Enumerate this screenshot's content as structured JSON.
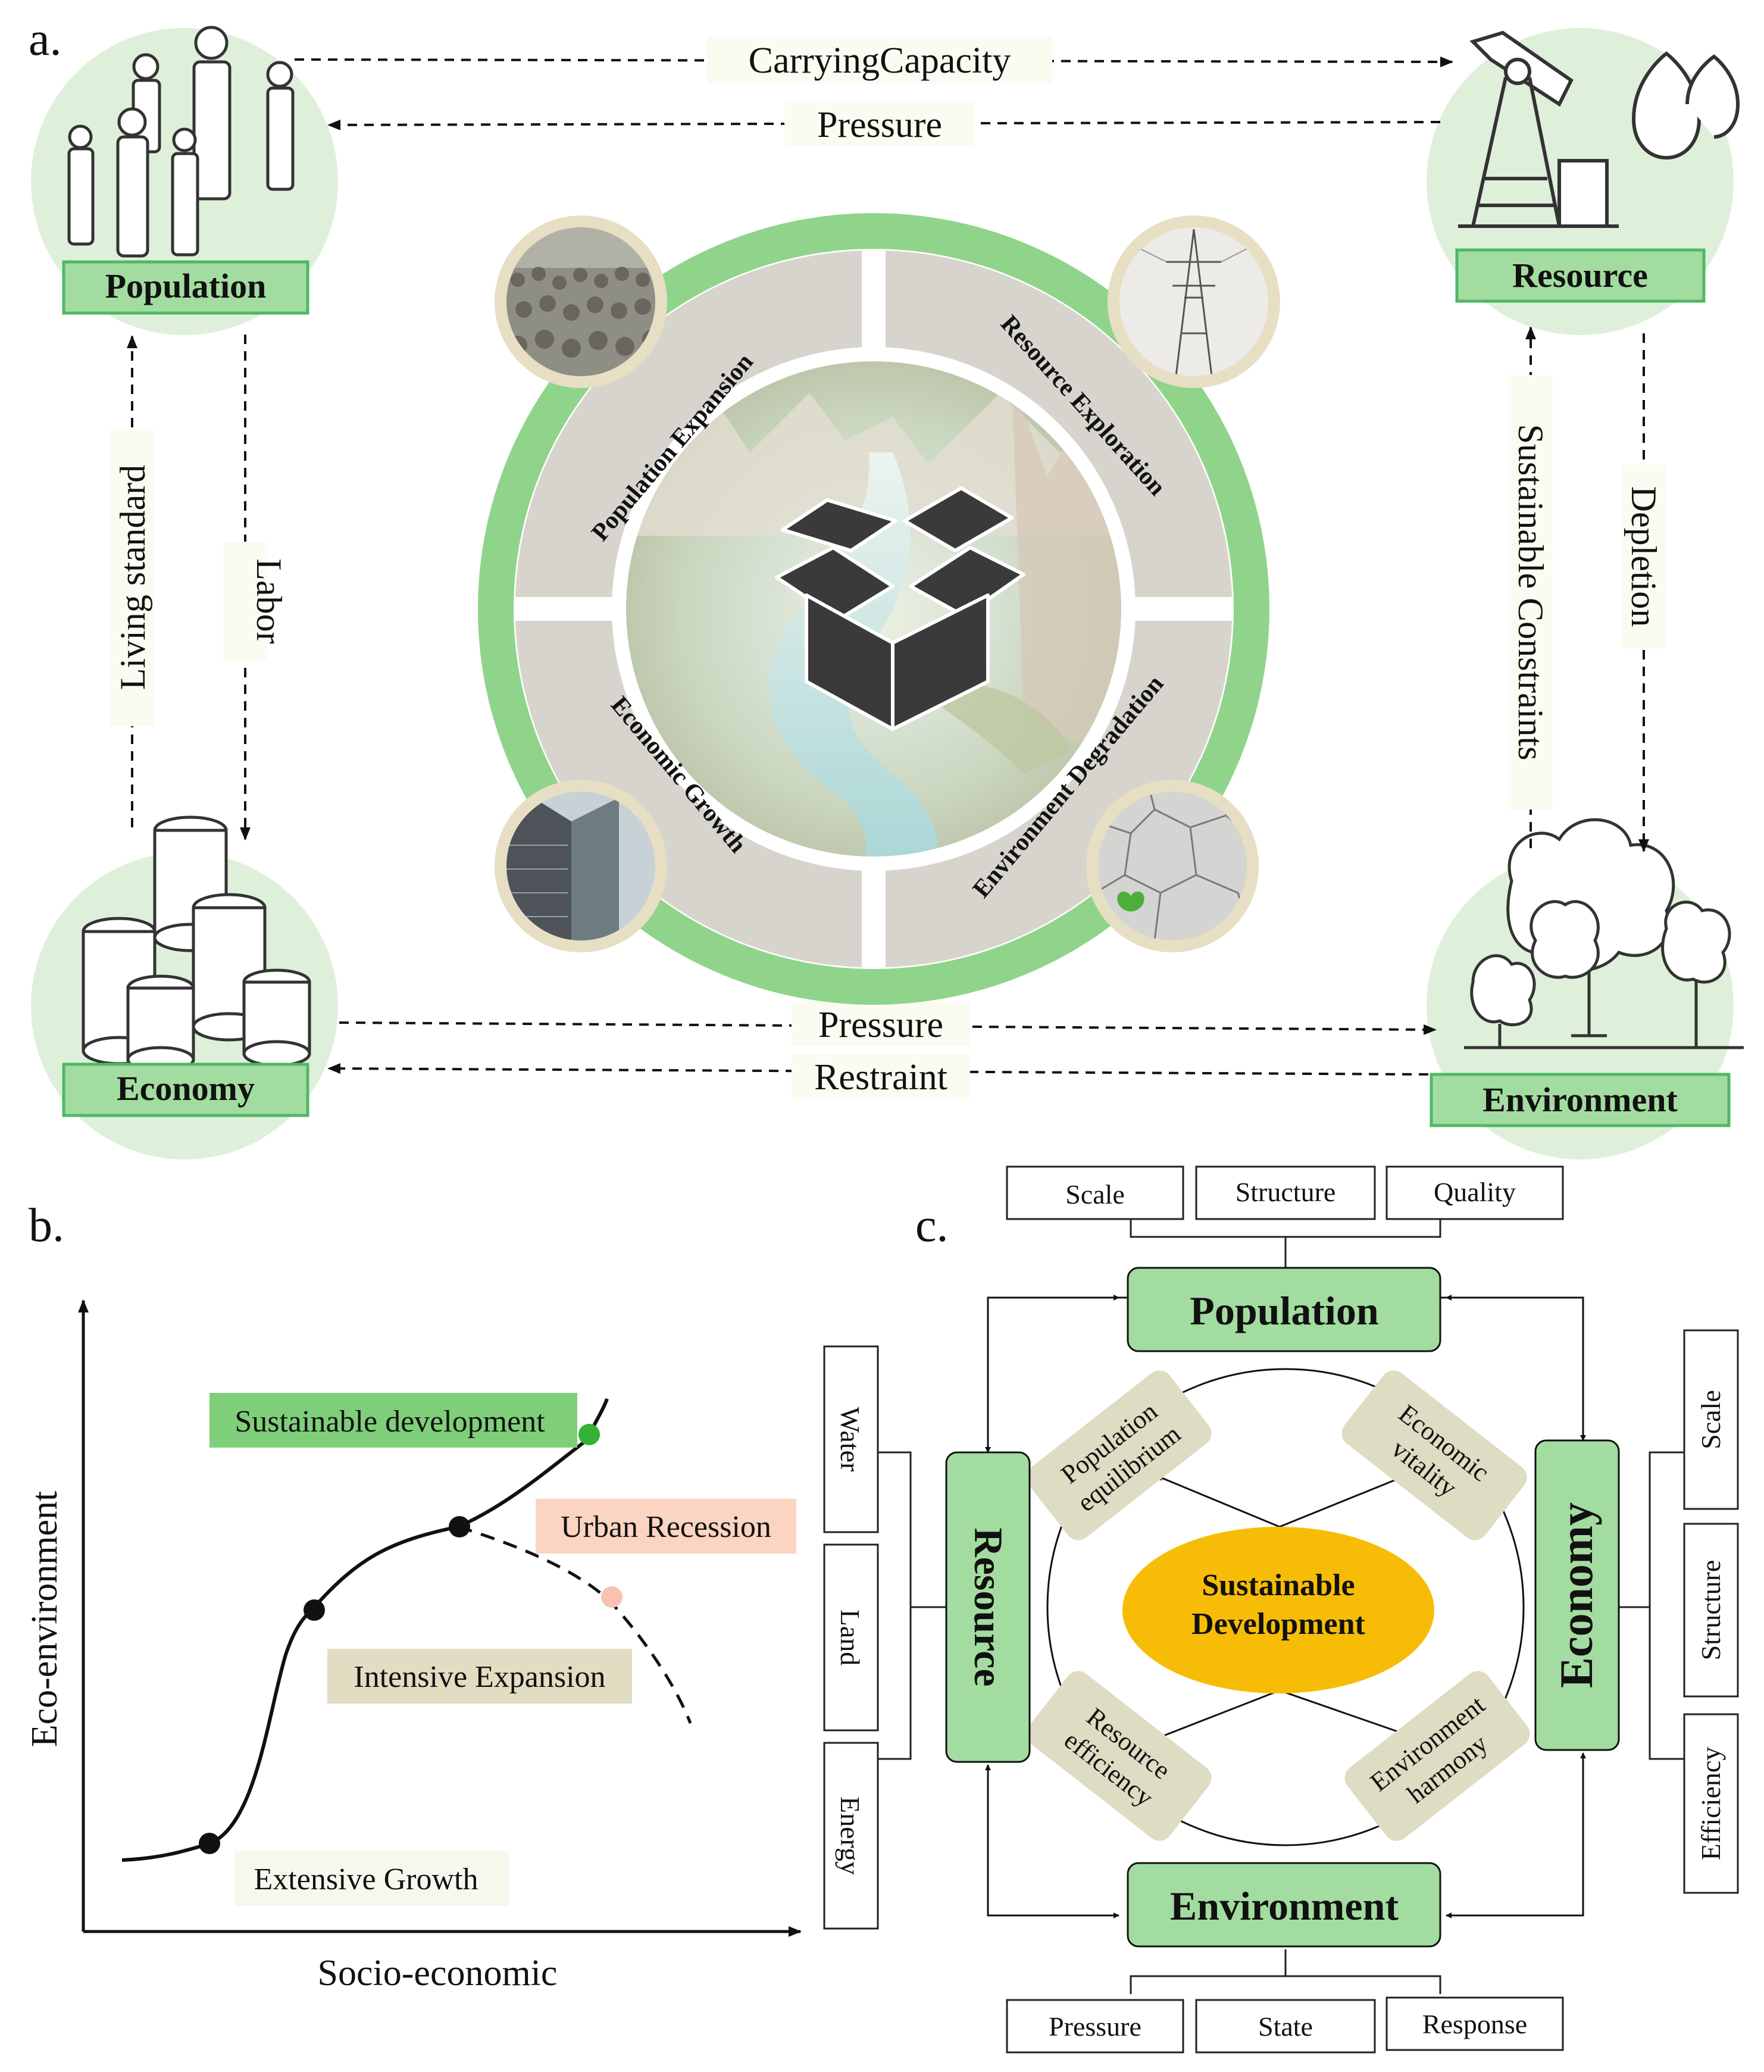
{
  "panel_a": {
    "label": "a.",
    "nodes": {
      "population": "Population",
      "resource": "Resource",
      "economy": "Economy",
      "environment": "Environment"
    },
    "links": {
      "carrying_capacity": "CarryingCapacity",
      "pressure_top": "Pressure",
      "living_standard": "Living standard",
      "labor": "Labor",
      "sustainable_constraints": "Sustainable Constraints",
      "depletion": "Depletion",
      "pressure_bottom": "Pressure",
      "restraint": "Restraint"
    },
    "ring_segments": {
      "population_expansion": "Population Expansion",
      "resource_exploration": "Resource Exploration",
      "economic_growth": "Economic Growth",
      "environment_degradation": "Environment Degradation"
    },
    "icons": [
      "crowd-photo",
      "power-tower-photo",
      "skyscraper-photo",
      "cracked-earth-photo",
      "open-box-icon",
      "people-icon",
      "oil-pump-icon",
      "coins-icon",
      "trees-icon"
    ],
    "colors": {
      "ring": "#8fd48a",
      "node_bg": "#dff0da",
      "label_bg": "#a3dca0",
      "label_border": "#4fb865",
      "segment": "#d6d4cc"
    }
  },
  "panel_b": {
    "label": "b.",
    "xlabel": "Socio-economic",
    "ylabel": "Eco-environment",
    "stages": {
      "extensive": "Extensive Growth",
      "intensive": "Intensive Expansion",
      "sustainable": "Sustainable development",
      "recession": "Urban Recession"
    },
    "colors": {
      "sustainable": "#7fcf7a",
      "recession": "#fbd4c2",
      "intensive": "#e2dcc2",
      "extensive": "#f6f8ee",
      "green_dot": "#33b233",
      "pink_dot": "#f8c2b2"
    }
  },
  "panel_c": {
    "label": "c.",
    "center": {
      "line1": "Sustainable",
      "line2": "Development"
    },
    "nodes": {
      "population": "Population",
      "economy": "Economy",
      "resource": "Resource",
      "environment": "Environment"
    },
    "inner": {
      "population_equilibrium": [
        "Population",
        "equilibrium"
      ],
      "economic_vitality": [
        "Economic",
        "vitality"
      ],
      "resource_efficiency": [
        "Resource",
        "efficiency"
      ],
      "environment_harmony": [
        "Environment",
        "harmony"
      ]
    },
    "population_indicators": [
      "Scale",
      "Structure",
      "Quality"
    ],
    "environment_indicators": [
      "Pressure",
      "State",
      "Response"
    ],
    "resource_indicators": [
      "Water",
      "Land",
      "Energy"
    ],
    "economy_indicators": [
      "Scale",
      "Structure",
      "Efficiency"
    ],
    "colors": {
      "node": "#a3dca0",
      "inner": "#dedcc2",
      "center": "#f7bd06"
    }
  }
}
